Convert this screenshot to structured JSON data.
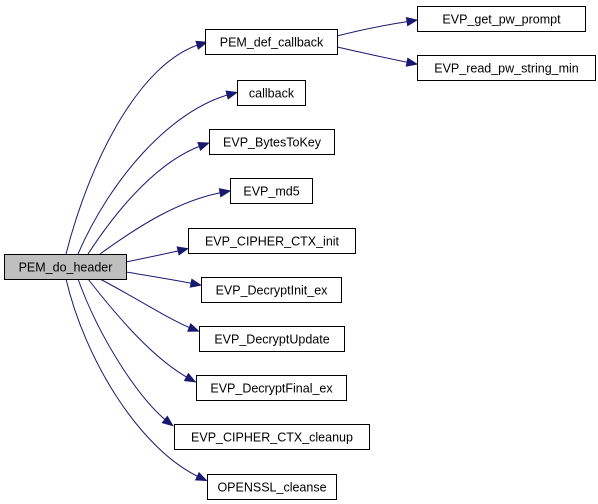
{
  "graph": {
    "root": "PEM_do_header",
    "nodes": [
      {
        "id": "root",
        "label": "PEM_do_header"
      },
      {
        "id": "def_cb",
        "label": "PEM_def_callback"
      },
      {
        "id": "get_pw",
        "label": "EVP_get_pw_prompt"
      },
      {
        "id": "read_pw",
        "label": "EVP_read_pw_string_min"
      },
      {
        "id": "callback",
        "label": "callback"
      },
      {
        "id": "bytes",
        "label": "EVP_BytesToKey"
      },
      {
        "id": "md5",
        "label": "EVP_md5"
      },
      {
        "id": "ctx_init",
        "label": "EVP_CIPHER_CTX_init"
      },
      {
        "id": "dec_init",
        "label": "EVP_DecryptInit_ex"
      },
      {
        "id": "dec_update",
        "label": "EVP_DecryptUpdate"
      },
      {
        "id": "dec_final",
        "label": "EVP_DecryptFinal_ex"
      },
      {
        "id": "ctx_cleanup",
        "label": "EVP_CIPHER_CTX_cleanup"
      },
      {
        "id": "cleanse",
        "label": "OPENSSL_cleanse"
      }
    ],
    "edges": [
      {
        "from": "root",
        "to": "def_cb"
      },
      {
        "from": "root",
        "to": "callback"
      },
      {
        "from": "root",
        "to": "bytes"
      },
      {
        "from": "root",
        "to": "md5"
      },
      {
        "from": "root",
        "to": "ctx_init"
      },
      {
        "from": "root",
        "to": "dec_init"
      },
      {
        "from": "root",
        "to": "dec_update"
      },
      {
        "from": "root",
        "to": "dec_final"
      },
      {
        "from": "root",
        "to": "ctx_cleanup"
      },
      {
        "from": "root",
        "to": "cleanse"
      },
      {
        "from": "def_cb",
        "to": "get_pw"
      },
      {
        "from": "def_cb",
        "to": "read_pw"
      }
    ],
    "colors": {
      "edge": "#191970",
      "root_fill": "#bfbfbf",
      "node_fill": "#ffffff",
      "border": "#000000"
    }
  }
}
